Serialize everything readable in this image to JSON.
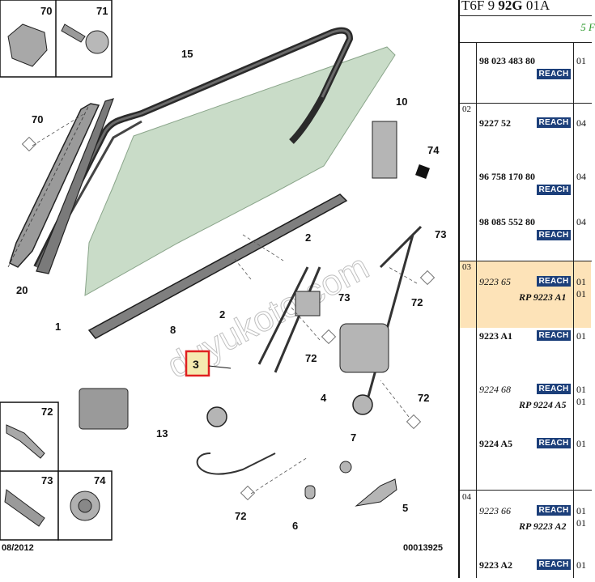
{
  "diagram": {
    "callouts": [
      "1",
      "2",
      "2",
      "3",
      "4",
      "5",
      "6",
      "7",
      "8",
      "10",
      "13",
      "15",
      "20",
      "70",
      "71",
      "72",
      "72",
      "72",
      "72",
      "72",
      "73",
      "73",
      "74"
    ],
    "inset_labels": {
      "i70": "70",
      "i71": "71",
      "i72": "72",
      "i73": "73",
      "i74": "74"
    },
    "date": "08/2012",
    "plate_code": "00013925",
    "watermark": "duyukoto.com",
    "highlight_callout": "3",
    "highlight_color": "#e02020"
  },
  "panel": {
    "header_prefix": "T6F 9 ",
    "header_bold": "92G",
    "header_suffix": " 01A",
    "header_green": "5 F",
    "reach_label": "REACH",
    "sections": {
      "s02": "02",
      "s03": "03",
      "s04": "04"
    },
    "rows": {
      "r1": {
        "ref": "98 023 483 80",
        "qty": "01"
      },
      "r2": {
        "ref": "9227 52",
        "qty": "04"
      },
      "r3": {
        "ref": "96 758 170 80",
        "qty": "04"
      },
      "r4": {
        "ref": "98 085 552 80",
        "qty": "04"
      },
      "r5": {
        "ref": "9223 65",
        "rp": "RP 9223 A1",
        "qty": "01",
        "qty2": "01"
      },
      "r6": {
        "ref": "9223 A1",
        "qty": "01"
      },
      "r7": {
        "ref": "9224 68",
        "rp": "RP 9224 A5",
        "qty": "01",
        "qty2": "01"
      },
      "r8": {
        "ref": "9224 A5",
        "qty": "01"
      },
      "r9": {
        "ref": "9223 66",
        "rp": "RP 9223 A2",
        "qty": "01",
        "qty2": "01"
      },
      "r10": {
        "ref": "9223 A2",
        "qty": "01"
      }
    }
  }
}
